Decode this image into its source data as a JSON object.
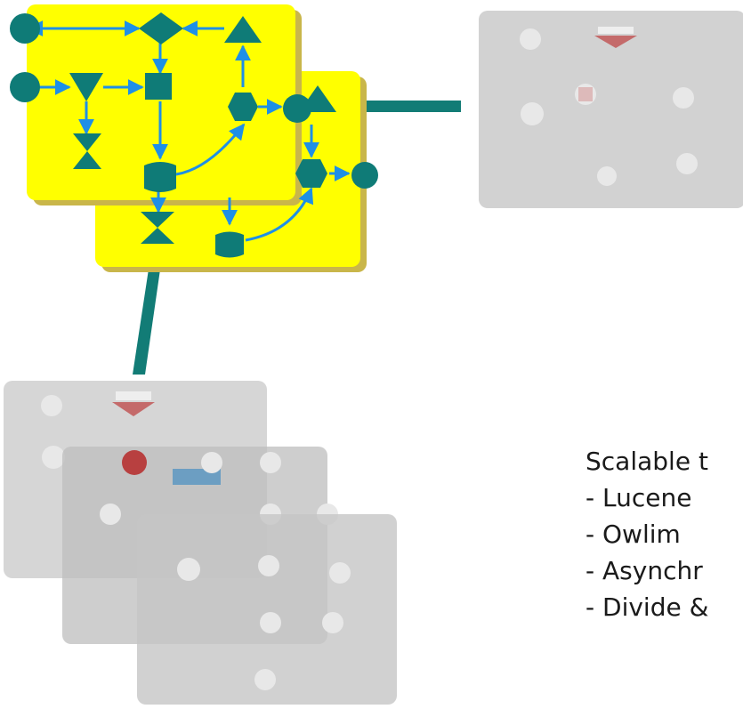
{
  "caption": {
    "title": "Scalable t",
    "items": [
      "- Lucene",
      "- Owlim",
      "- Asynchr",
      "- Divide &"
    ]
  },
  "colors": {
    "teal": "#0f7b77",
    "arrow": "#1e8fe6",
    "panel_yellow": "#ffff00",
    "panel_shadow": "#c9b64a",
    "faded_panel": "#d2d2d2",
    "connector": "#127c76"
  },
  "icons": [
    "circle-node",
    "diamond-node",
    "triangle-node",
    "inverted-triangle-node",
    "square-node",
    "hexagon-node",
    "hourglass-node",
    "cylinder-node"
  ]
}
